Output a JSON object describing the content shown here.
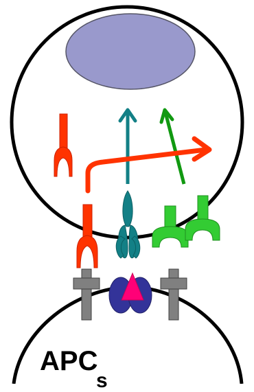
{
  "labels": {
    "apc": "APC",
    "apc_subscript": "s"
  },
  "colors": {
    "outline": "#000000",
    "nucleus_fill": "#9999cc",
    "nucleus_stroke": "#555566",
    "orange_receptor": "#ff3300",
    "orange_receptor_stroke": "#cc2200",
    "teal_receptor": "#138086",
    "teal_receptor_stroke": "#0b5f63",
    "green_receptor": "#33cc33",
    "green_receptor_stroke": "#1f8f1f",
    "green_arrow": "#119911",
    "teal_arrow": "#138086",
    "orange_arrow": "#ff3300",
    "gray_molecule": "#808080",
    "gray_molecule_stroke": "#404040",
    "mhc_blue": "#333399",
    "antigen_pink": "#ff0077"
  },
  "elements": [
    "t-cell-membrane",
    "nucleus",
    "apc-membrane",
    "internal-orange-receptor",
    "orange-tcr",
    "teal-coreceptor",
    "green-receptor-left",
    "green-receptor-right",
    "gray-adhesion-left",
    "gray-adhesion-right",
    "mhc-complex",
    "antigen-peptide",
    "teal-signal-arrow",
    "green-signal-arrow",
    "orange-signal-arrow"
  ]
}
